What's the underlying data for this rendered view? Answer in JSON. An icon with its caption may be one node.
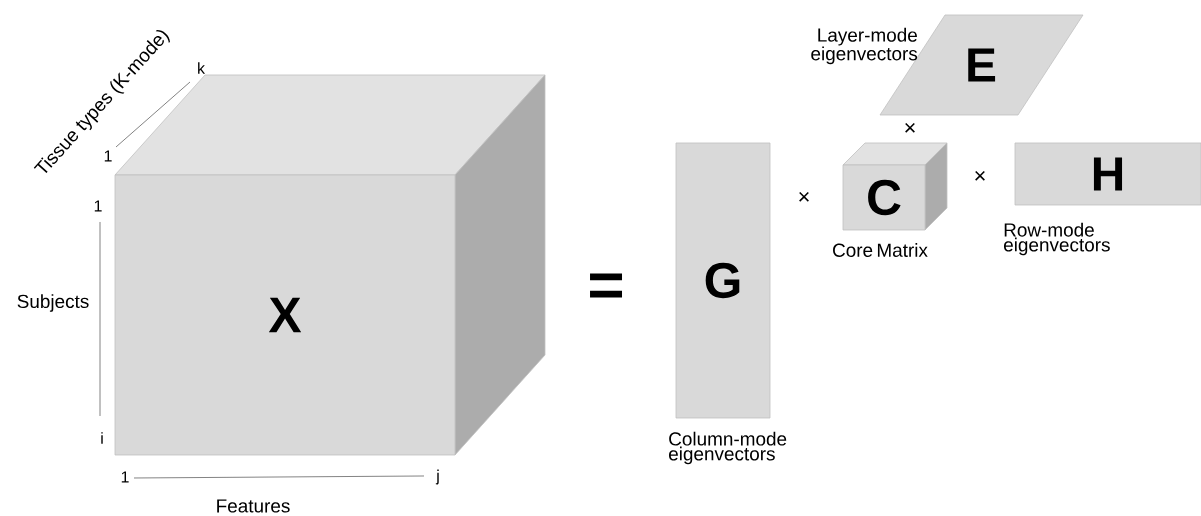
{
  "diagram": {
    "nodes": [
      {
        "text": [
          "X"
        ]
      },
      {
        "text": [
          "E"
        ],
        "beside": [
          "Layer-mode eigenvectors"
        ]
      },
      {
        "text": [
          "G"
        ],
        "beside": [
          "Column-mode eigenvectors"
        ]
      },
      {
        "text": [
          "C"
        ],
        "beside": [
          "Core Matrix"
        ]
      },
      {
        "text": [
          "H"
        ],
        "beside": [
          "Row-mode eigenvectors"
        ]
      }
    ],
    "labels": [
      "Tissue types (K-mode)",
      "k",
      "1",
      "1",
      "Subjects",
      "i",
      "1",
      "j",
      "Features",
      "=",
      "×",
      "×",
      "×"
    ]
  }
}
